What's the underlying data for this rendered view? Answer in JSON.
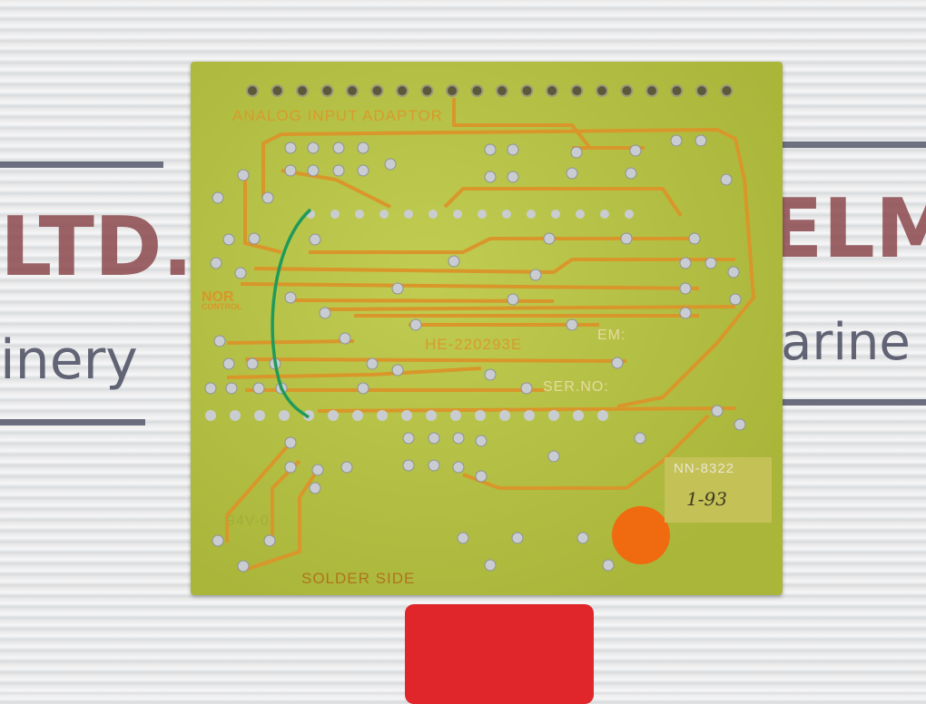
{
  "background": {
    "left_text_1": "LTD.",
    "left_text_2": "inery",
    "right_text_1": "ELM",
    "right_text_2": "arine"
  },
  "board": {
    "title": "ANALOG INPUT ADAPTOR",
    "part_number": "HE-220293E",
    "em_label": "EM:",
    "serial_label": "SER.NO:",
    "side_label": "SOLDER SIDE",
    "rating": "94V-0",
    "logo": "NOR CONTROL",
    "sticker_code": "NN-8322",
    "handwritten_date": "1-93"
  },
  "colors": {
    "board": "#b5c244",
    "trace": "#d9962a",
    "pad": "#c9ccd0",
    "wire": "#1f9a5a",
    "capacitor": "#f06a10"
  }
}
